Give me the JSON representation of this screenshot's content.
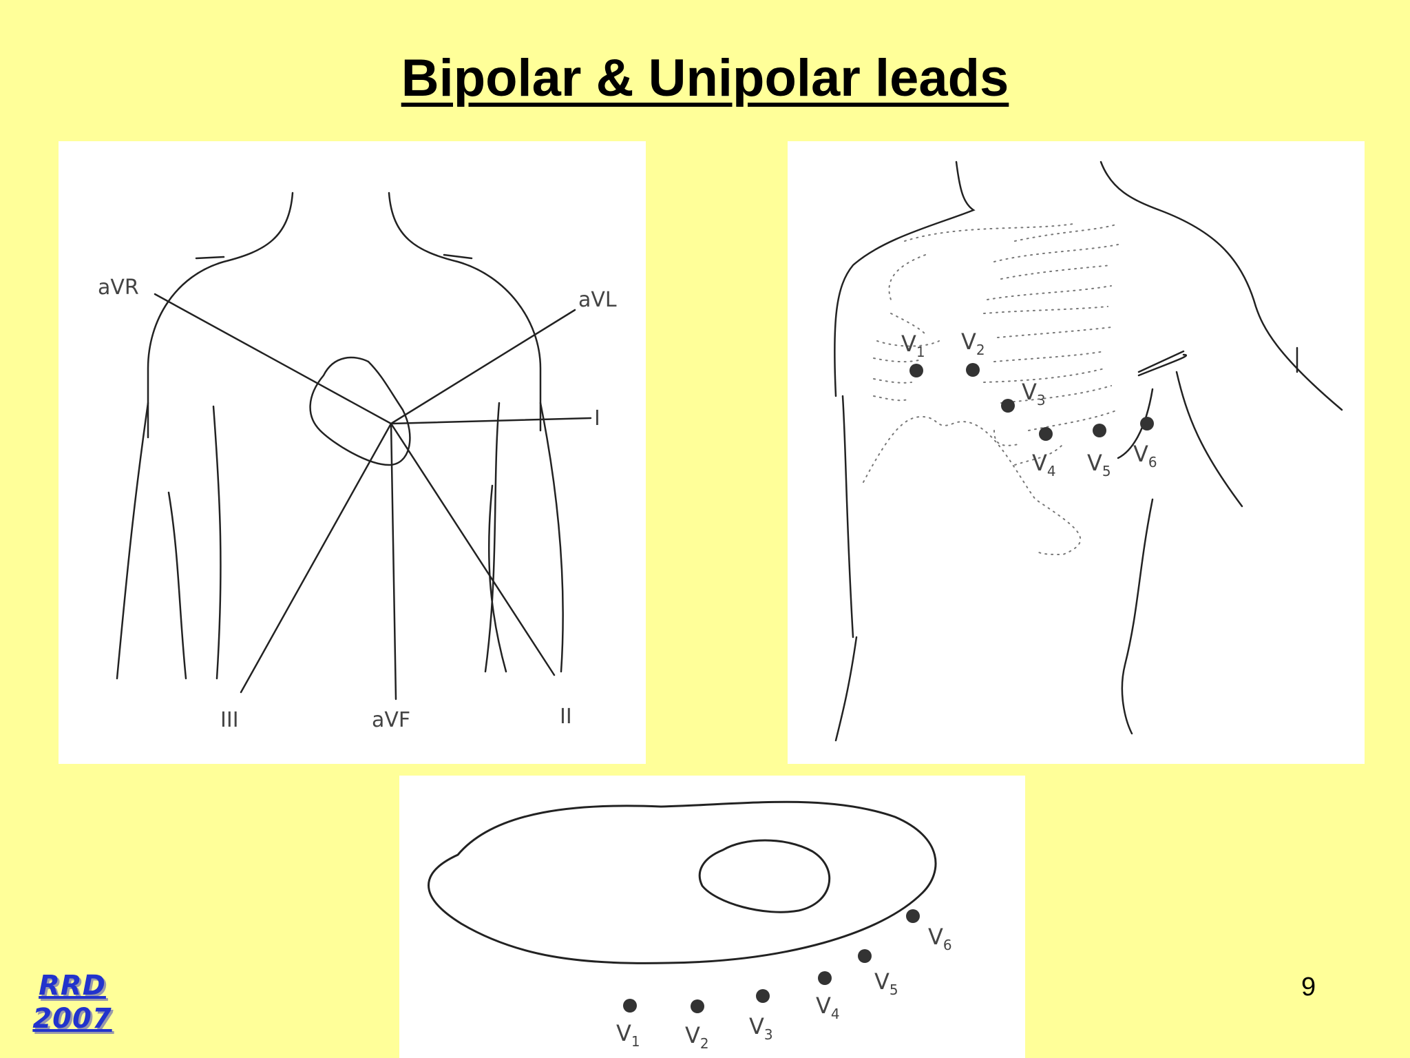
{
  "slide": {
    "title": "Bipolar & Unipolar leads",
    "page_number": "9",
    "logo": {
      "line1": "RRD",
      "line2": "2007"
    }
  },
  "limb_leads": {
    "aVR": "aVR",
    "aVL": "aVL",
    "I": "I",
    "II": "II",
    "III": "III",
    "aVF": "aVF"
  },
  "chest_leads": [
    "V1",
    "V2",
    "V3",
    "V4",
    "V5",
    "V6"
  ],
  "colors": {
    "background": "#ffff99",
    "logo": "#2233cc"
  }
}
